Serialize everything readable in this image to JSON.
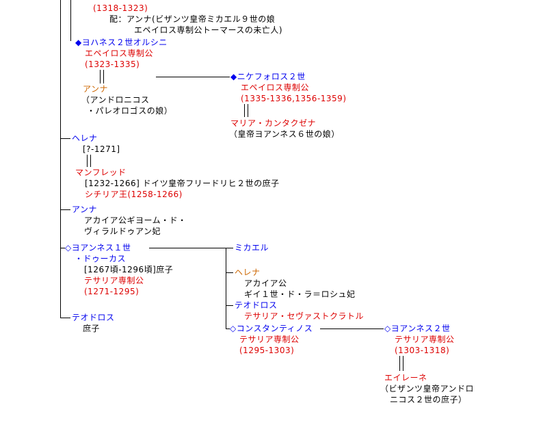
{
  "palette": {
    "blue": "#0000ee",
    "red": "#dd0000",
    "orange": "#cc6600",
    "black": "#000000",
    "line": "#000000"
  },
  "people": {
    "top_partial": {
      "reign": "(1318-1323)",
      "consort_line1": "配：アンナ(ビザンツ皇帝ミカエル９世の娘",
      "consort_line2": "エペイロス専制公トーマースの未亡人)"
    },
    "ioannes2_orsini": {
      "marker": "◆",
      "name": "ヨハネス２世オルシニ",
      "title": "エペイロス専制公",
      "reign": "(1323-1335)"
    },
    "anna_palaiologina": {
      "name": "アンナ",
      "desc1": "（アンドロニコス",
      "desc2": "・パレオロゴスの娘）"
    },
    "nikephoros2": {
      "marker": "◆",
      "name": "ニケフォロス２世",
      "title": "エペイロス専制公",
      "reign": "(1335-1336,1356-1359)"
    },
    "maria_kantakouzene": {
      "name": "マリア・カンタクゼナ",
      "desc": "（皇帝ヨアンネス６世の娘）"
    },
    "helena1": {
      "name": "ヘレナ",
      "dates": "[?-1271]"
    },
    "manfred": {
      "name": "マンフレッド",
      "desc": "[1232-1266] ドイツ皇帝フリードリヒ２世の庶子",
      "title": "シチリア王(1258-1266)"
    },
    "anna2": {
      "name": "アンナ",
      "desc1": "アカイア公ギヨーム・ド・",
      "desc2": "ヴィラルドゥアン妃"
    },
    "ioannes1_doukas": {
      "marker": "◇",
      "name": "ヨアンネス１世",
      "name2": "・ドゥーカス",
      "dates": "[1267頃-1296頃]庶子",
      "title": "テサリア専制公",
      "reign": "(1271-1295)"
    },
    "michael": {
      "name": "ミカエル"
    },
    "helena2": {
      "name": "ヘレナ",
      "desc1": "アカイア公",
      "desc2": "ギイ１世・ド・ラ＝ロシュ妃"
    },
    "theodoros1": {
      "name": "テオドロス",
      "title": "テサリア・セヴァストクラトル"
    },
    "konstantinos": {
      "marker": "◇",
      "name": "コンスタンティノス",
      "title": "テサリア専制公",
      "reign": "(1295-1303)"
    },
    "ioannes2_thessaly": {
      "marker": "◇",
      "name": "ヨアンネス２世",
      "title": "テサリア専制公",
      "reign": "(1303-1318)"
    },
    "eirene": {
      "name": "エイレーネ",
      "desc1": "（ビザンツ皇帝アンドロ",
      "desc2": "ニコス２世の庶子）"
    },
    "theodoros2": {
      "name": "テオドロス",
      "desc": "庶子"
    }
  }
}
